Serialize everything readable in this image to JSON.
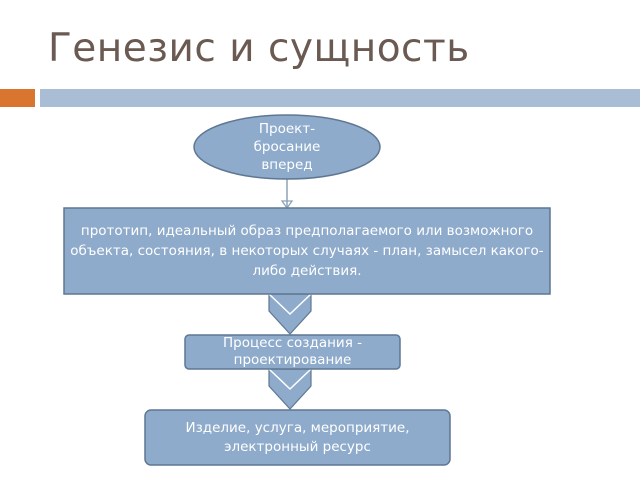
{
  "slide": {
    "title": "Генезис и сущность"
  },
  "diagram": {
    "nodes": [
      {
        "id": "oval",
        "label": "Проект-\nбросание\nвперед"
      },
      {
        "id": "definition",
        "label": "прототип, идеальный образ предполагаемого или возможного объекта, состояния, в некоторых случаях - план, замысел какого-либо действия."
      },
      {
        "id": "process",
        "label": "Процесс создания - проектирование"
      },
      {
        "id": "result",
        "label": "Изделие, услуга, мероприятие, электронный ресурс"
      }
    ]
  },
  "colors": {
    "node_fill": "#8eabcb",
    "node_stroke": "#5f7792",
    "arrow_fill": "#8eabcb",
    "title_text": "#6a5a52",
    "accent_bar": "#d9752f",
    "header_bar": "#a9bdd4"
  }
}
